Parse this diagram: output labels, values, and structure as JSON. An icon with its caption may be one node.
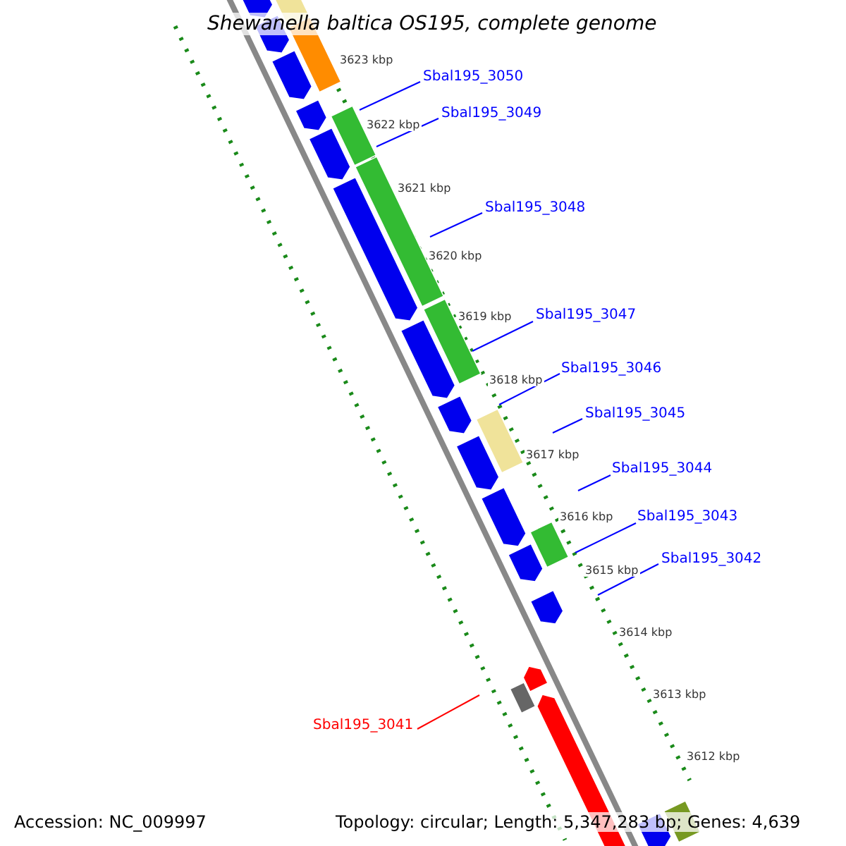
{
  "diagram": {
    "title": "Shewanella baltica OS195, complete genome",
    "nodes": [
      {
        "text": [
          "Sbal195_3050"
        ]
      },
      {
        "text": [
          "Sbal195_3049"
        ]
      },
      {
        "text": [
          "Sbal195_3048"
        ]
      },
      {
        "text": [
          "Sbal195_3047"
        ]
      },
      {
        "text": [
          "Sbal195_3046"
        ]
      },
      {
        "text": [
          "Sbal195_3045"
        ]
      },
      {
        "text": [
          "Sbal195_3044"
        ]
      },
      {
        "text": [
          "Sbal195_3043"
        ]
      },
      {
        "text": [
          "Sbal195_3042"
        ]
      },
      {
        "text": [
          "Sbal195_3041"
        ]
      }
    ],
    "edges": [
      {
        "from": 0,
        "to": null,
        "arrow": "none"
      },
      {
        "from": 1,
        "to": null,
        "arrow": "none"
      },
      {
        "from": 2,
        "to": null,
        "arrow": "none"
      },
      {
        "from": 3,
        "to": null,
        "arrow": "none"
      },
      {
        "from": 4,
        "to": null,
        "arrow": "none"
      },
      {
        "from": 5,
        "to": null,
        "arrow": "none"
      },
      {
        "from": 6,
        "to": null,
        "arrow": "none"
      },
      {
        "from": 7,
        "to": null,
        "arrow": "none"
      },
      {
        "from": 8,
        "to": null,
        "arrow": "none"
      },
      {
        "from": 9,
        "to": null,
        "arrow": "none",
        "color": "#ff0000"
      }
    ],
    "labels": [
      "3623 kbp",
      "3622 kbp",
      "3621 kbp",
      "3620 kbp",
      "3619 kbp",
      "3618 kbp",
      "3617 kbp",
      "3616 kbp",
      "3615 kbp",
      "3614 kbp",
      "3613 kbp",
      "3612 kbp",
      "Accession: NC_009997",
      "Topology: circular; Length: 5,347,283 bp; Genes: 4,639"
    ]
  }
}
